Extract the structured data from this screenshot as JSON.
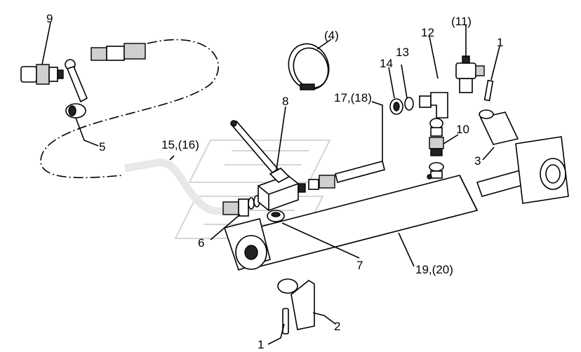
{
  "labels": {
    "l9": "9",
    "l5": "5",
    "l4": "(4)",
    "l8": "8",
    "l12": "12",
    "l11": "(11)",
    "l1top": "1",
    "l13": "13",
    "l14": "14",
    "l17": "17,(18)",
    "l10": "10",
    "l15": "15,(16)",
    "l3": "3",
    "l6": "6",
    "l7": "7",
    "l19": "19,(20)",
    "l1bot": "1",
    "l2": "2"
  }
}
